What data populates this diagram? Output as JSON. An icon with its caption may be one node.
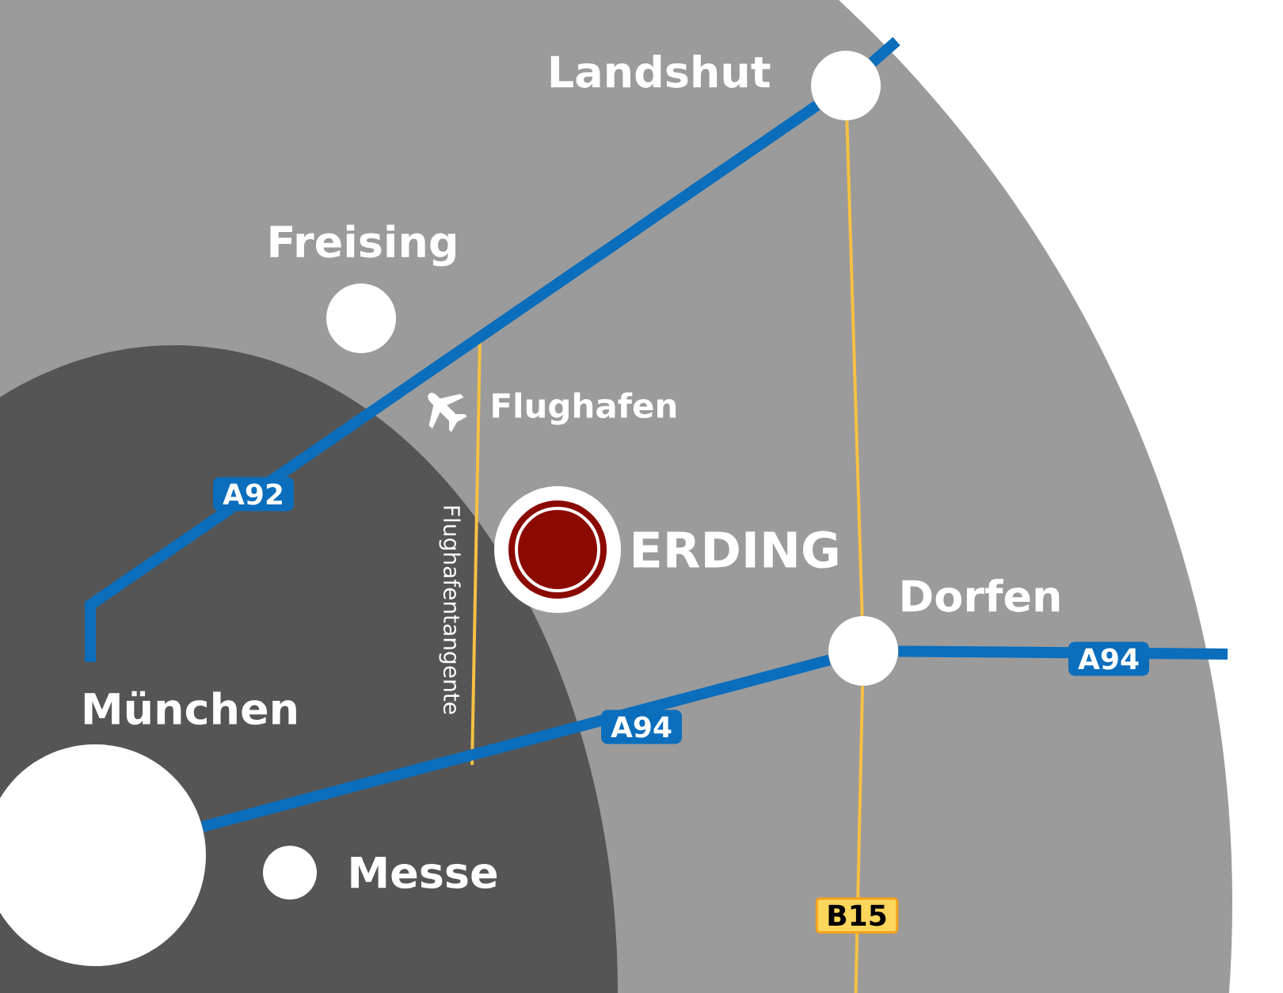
{
  "diagram": {
    "nodes": [
      {
        "text": [
          "München"
        ]
      },
      {
        "text": [
          "Messe"
        ]
      },
      {
        "text": [
          "Freising"
        ]
      },
      {
        "text": [
          "Landshut"
        ]
      },
      {
        "text": [
          "ERDING"
        ]
      },
      {
        "text": [
          "Dorfen"
        ]
      }
    ],
    "edges": [
      {
        "from": 0,
        "to": 3,
        "arrow": "none",
        "label": "A92"
      },
      {
        "from": 3,
        "to": null,
        "arrow": "none"
      },
      {
        "from": 0,
        "to": 5,
        "arrow": "none",
        "label": "A94"
      },
      {
        "from": 5,
        "to": null,
        "arrow": "none",
        "label": "A94"
      },
      {
        "from": 3,
        "to": 5,
        "arrow": "none",
        "color": "#f6c142"
      },
      {
        "from": 5,
        "to": null,
        "arrow": "none",
        "label": "B15",
        "color": "#f6c142"
      }
    ],
    "labels": [
      "Flughafen",
      "Flughafentangente"
    ]
  }
}
